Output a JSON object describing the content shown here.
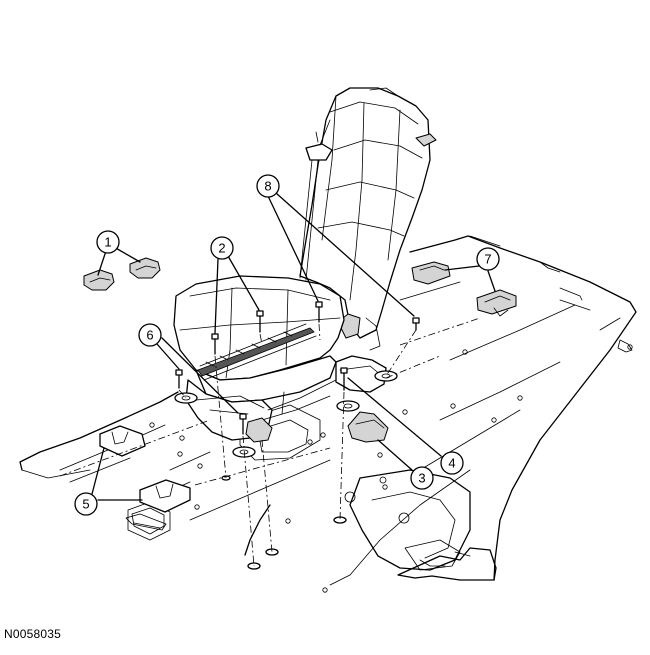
{
  "figure_id": "N0058035",
  "callouts": [
    {
      "id": "1",
      "label": "1"
    },
    {
      "id": "2",
      "label": "2"
    },
    {
      "id": "3",
      "label": "3"
    },
    {
      "id": "4",
      "label": "4"
    },
    {
      "id": "5",
      "label": "5"
    },
    {
      "id": "6",
      "label": "6"
    },
    {
      "id": "7",
      "label": "7"
    },
    {
      "id": "8",
      "label": "8"
    }
  ]
}
